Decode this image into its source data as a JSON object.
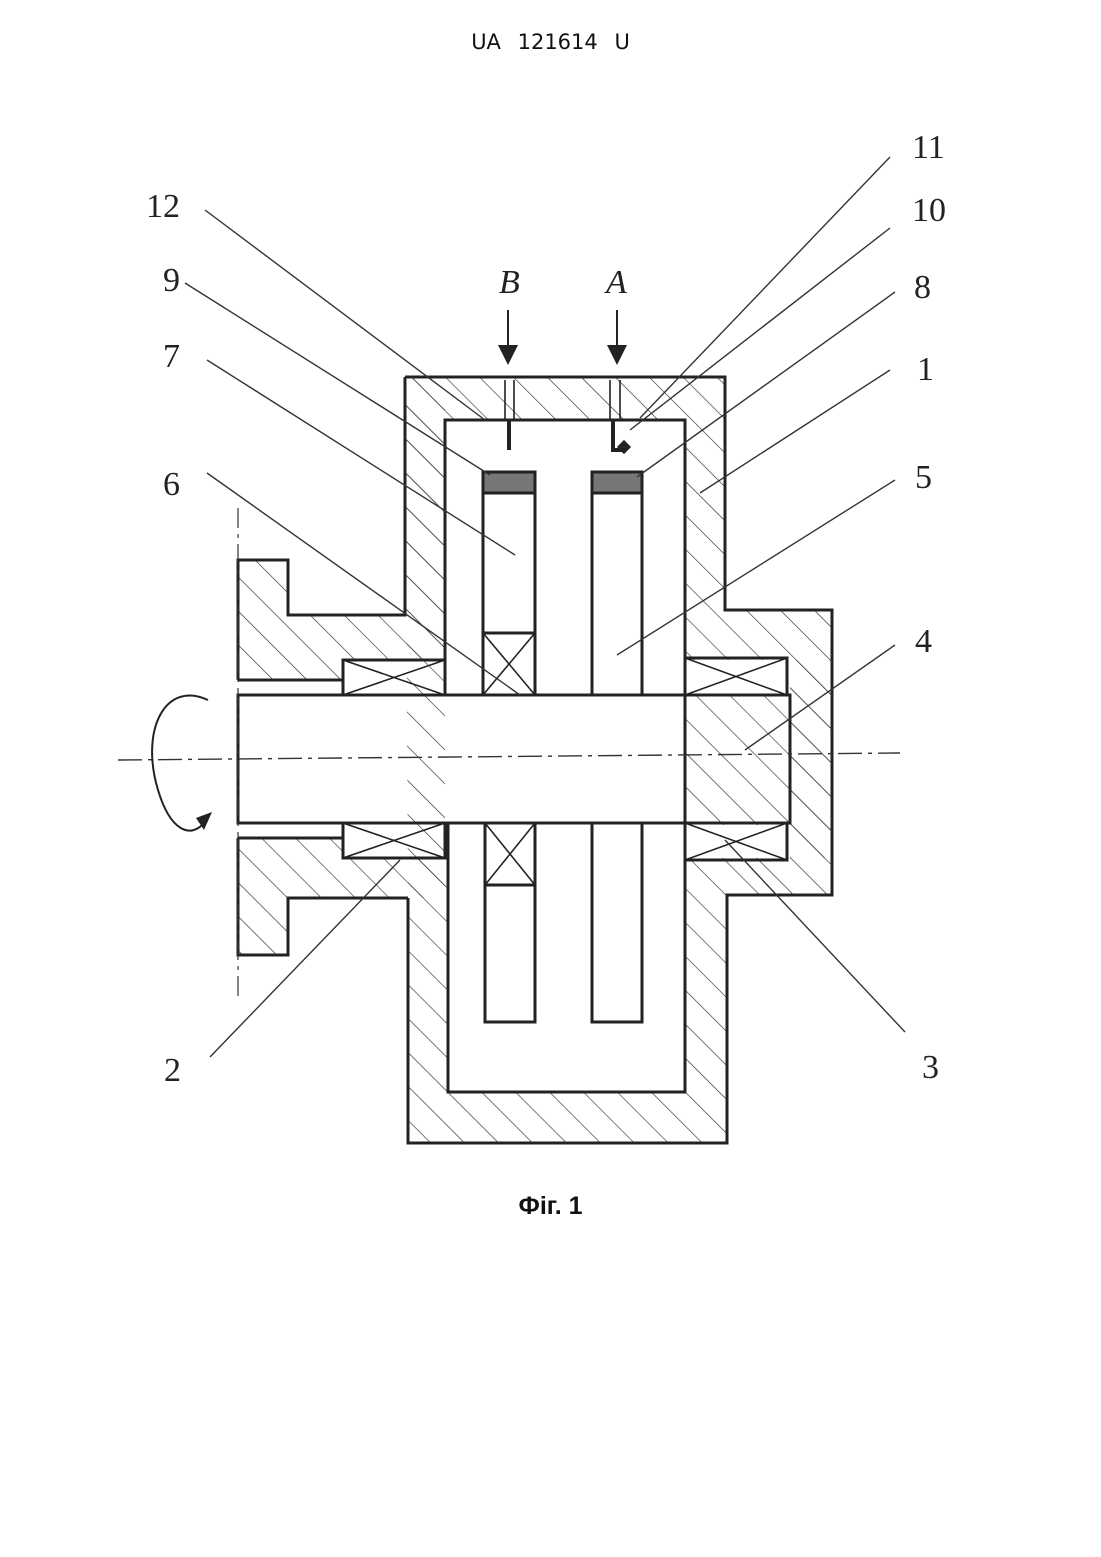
{
  "header": {
    "patent_number": "UA   121614   U"
  },
  "figure": {
    "caption": "Фіг. 1"
  },
  "labels": {
    "n1": "1",
    "n2": "2",
    "n3": "3",
    "n4": "4",
    "n5": "5",
    "n6": "6",
    "n7": "7",
    "n8": "8",
    "n9": "9",
    "n10": "10",
    "n11": "11",
    "n12": "12",
    "flow_a": "A",
    "flow_b": "B"
  },
  "colors": {
    "line": "#222222",
    "pad": "#777777"
  }
}
